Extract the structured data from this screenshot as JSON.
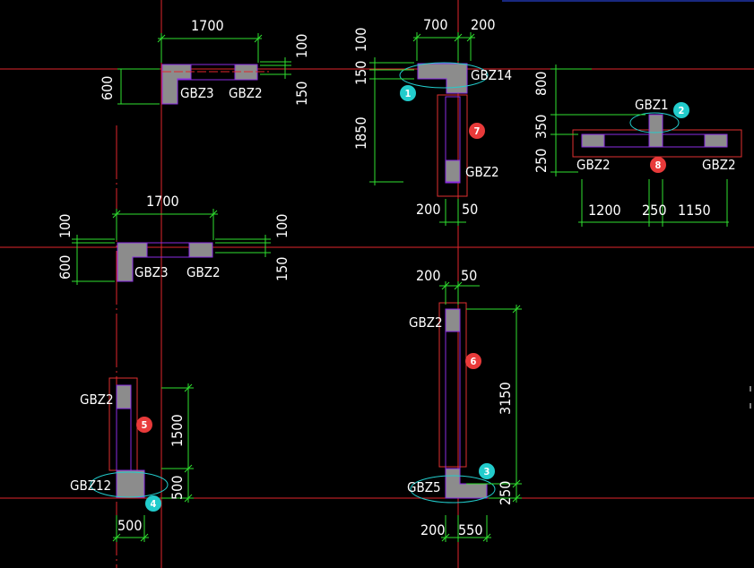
{
  "colors": {
    "background": "#000000",
    "axis_line": "#e0262b",
    "dimension_line": "#2fe02f",
    "wall_outline": "#8a2be2",
    "column_fill": "#8c8c8c",
    "highlight_box": "#e03030",
    "cyan_marker": "#22cccc",
    "red_marker": "#e83a3a",
    "text": "#ffffff"
  },
  "labels": {
    "gbz3_a": "GBZ3",
    "gbz2_a": "GBZ2",
    "gbz3_b": "GBZ3",
    "gbz2_b": "GBZ2",
    "gbz14": "GBZ14",
    "gbz2_c": "GBZ2",
    "gbz1": "GBZ1",
    "gbz2_d": "GBZ2",
    "gbz2_e": "GBZ2",
    "gbz2_f": "GBZ2",
    "gbz12": "GBZ12",
    "gbz2_g": "GBZ2",
    "gbz5": "GBZ5"
  },
  "dimensions": {
    "d1700_a": "1700",
    "d100_a": "100",
    "d150_a": "150",
    "d600_a": "600",
    "d700": "700",
    "d200_a": "200",
    "d100_b": "100",
    "d150_b": "150",
    "d1850": "1850",
    "d200_b": "200",
    "d50_a": "50",
    "d800": "800",
    "d350": "350",
    "d250_a": "250",
    "d1200": "1200",
    "d250_b": "250",
    "d1150": "1150",
    "d1700_b": "1700",
    "d100_c": "100",
    "d600_b": "600",
    "d100_d": "100",
    "d150_c": "150",
    "d200_c": "200",
    "d50_b": "50",
    "d3150": "3150",
    "d1500": "1500",
    "d500_v": "500",
    "d500_h": "500",
    "d250_c": "250",
    "d200_d": "200",
    "d550": "550"
  },
  "markers": [
    {
      "id": "m1",
      "num": "1",
      "color": "cyan"
    },
    {
      "id": "m2",
      "num": "2",
      "color": "cyan"
    },
    {
      "id": "m3",
      "num": "3",
      "color": "cyan"
    },
    {
      "id": "m4",
      "num": "4",
      "color": "cyan"
    },
    {
      "id": "m5",
      "num": "5",
      "color": "red"
    },
    {
      "id": "m6",
      "num": "6",
      "color": "red"
    },
    {
      "id": "m7",
      "num": "7",
      "color": "red"
    },
    {
      "id": "m8",
      "num": "8",
      "color": "red"
    }
  ]
}
